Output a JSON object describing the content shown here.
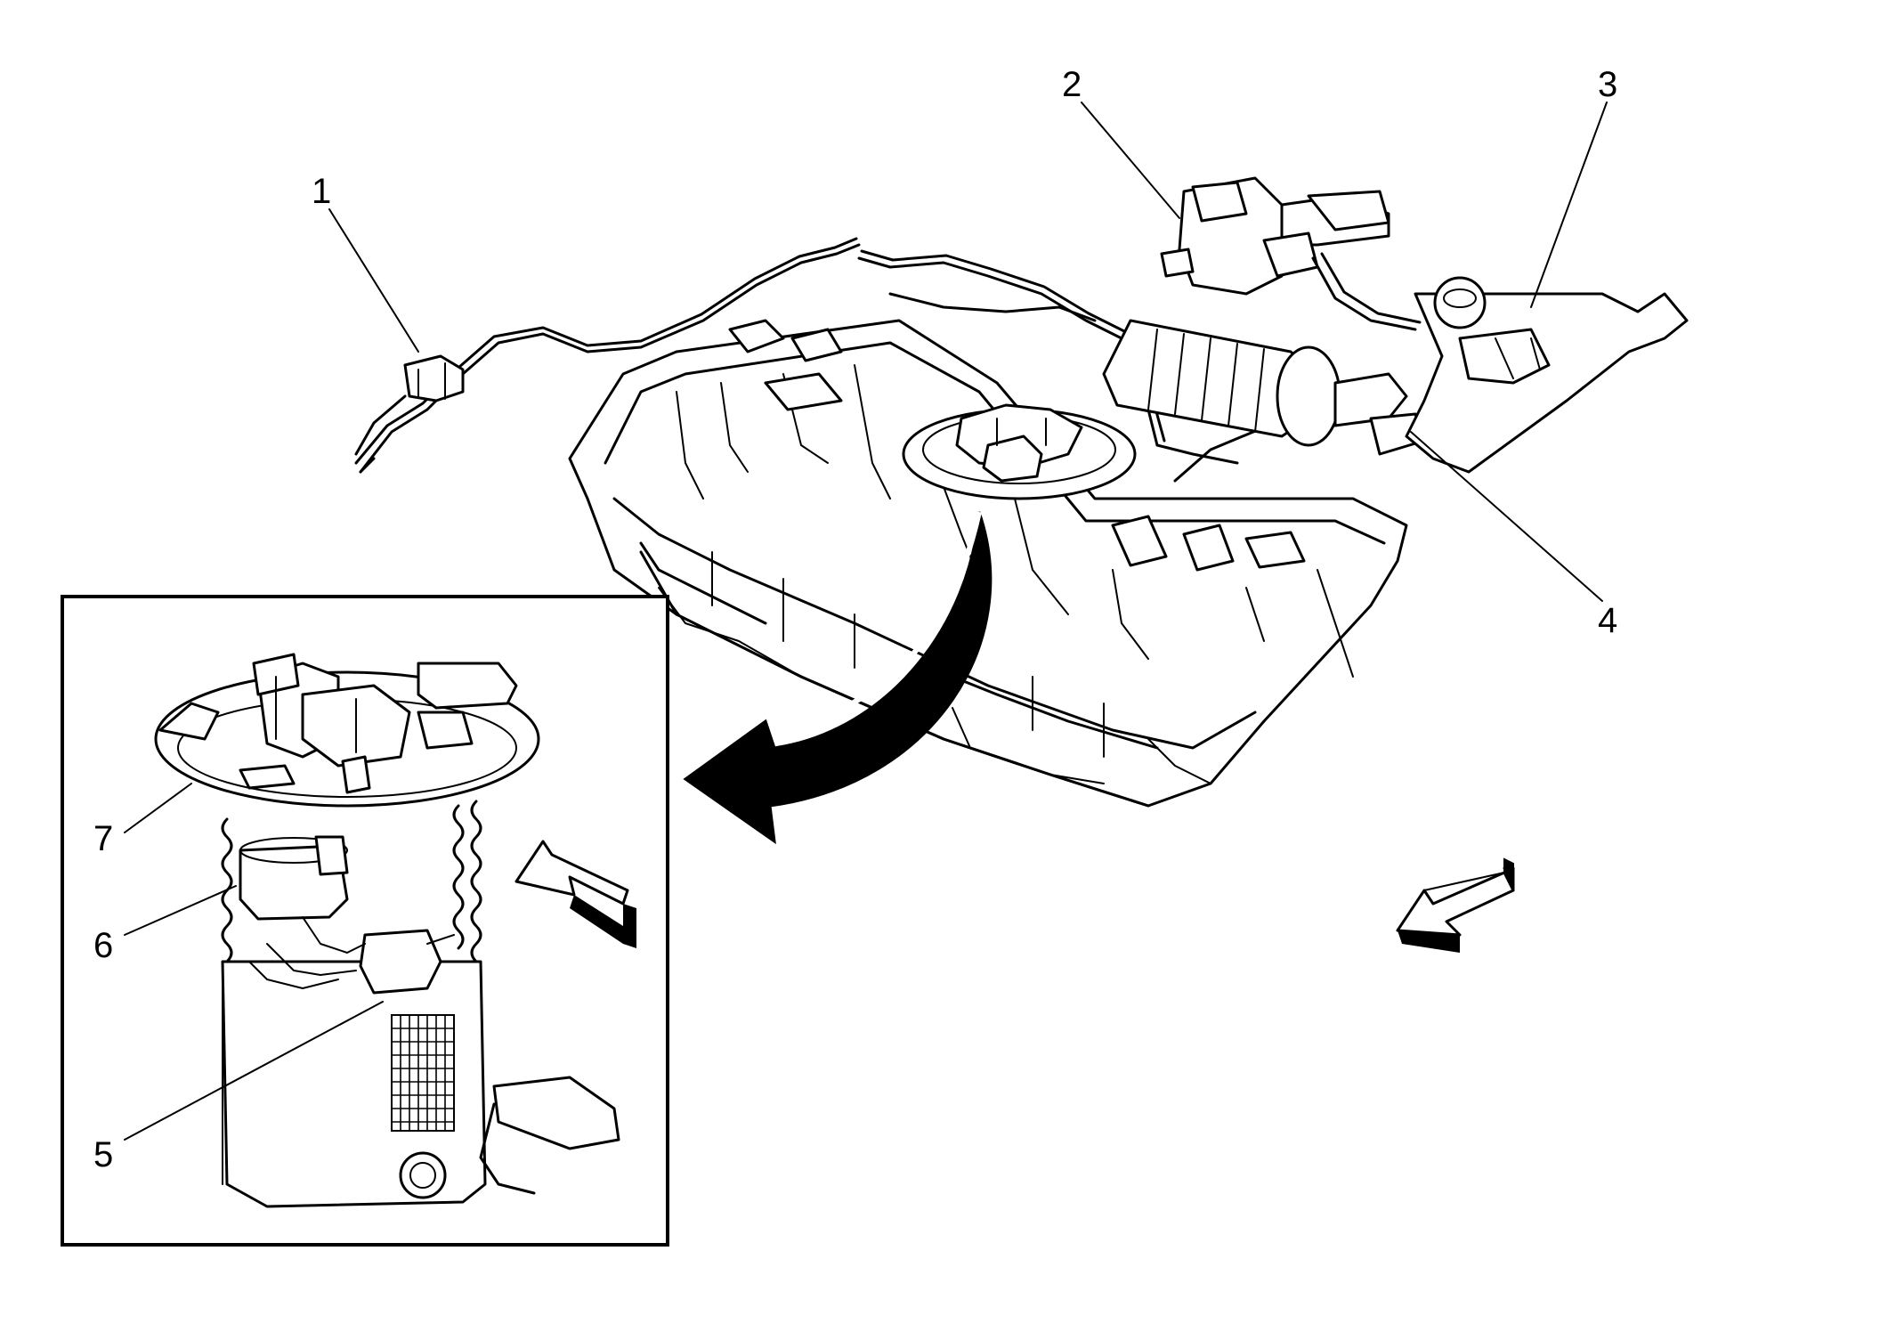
{
  "diagram": {
    "callouts": [
      {
        "id": "1",
        "label": "1"
      },
      {
        "id": "2",
        "label": "2"
      },
      {
        "id": "3",
        "label": "3"
      },
      {
        "id": "4",
        "label": "4"
      },
      {
        "id": "5",
        "label": "5"
      },
      {
        "id": "6",
        "label": "6"
      },
      {
        "id": "7",
        "label": "7"
      }
    ],
    "icons": {
      "detail_arrow": "curved-arrow-icon",
      "view_direction_inset": "view-direction-arrow-icon",
      "orientation_arrow": "front-direction-arrow-icon"
    },
    "colors": {
      "line": "#000000",
      "background": "#ffffff"
    }
  }
}
